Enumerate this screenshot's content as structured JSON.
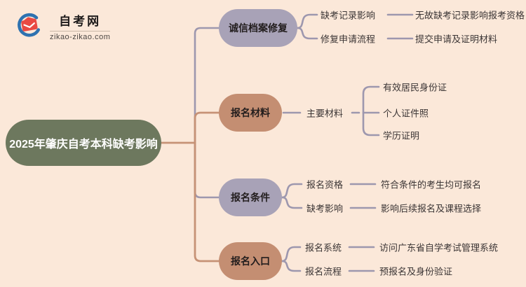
{
  "logo": {
    "site_name": "自考网",
    "site_url": "zikao-zikao.com"
  },
  "root": {
    "title": "2025年肇庆自考本科缺考影响"
  },
  "colors": {
    "background": "#fbe8d9",
    "root_fill": "#6d785e",
    "root_text": "#ffffff",
    "branch_purple": "#a8a2b7",
    "branch_salmon": "#c48e72",
    "line_purple": "#9d97ae",
    "line_salmon": "#c69276",
    "text_dark": "#3b3535",
    "logo_red": "#e94a43",
    "logo_blue": "#2e72b0"
  },
  "branches": [
    {
      "label": "诚信档案修复",
      "color": "#a8a2b7",
      "children": [
        {
          "label": "缺考记录影响",
          "leaf": "无故缺考记录影响报考资格"
        },
        {
          "label": "修复申请流程",
          "leaf": "提交申请及证明材料"
        }
      ]
    },
    {
      "label": "报名材料",
      "color": "#c48e72",
      "children": [
        {
          "label": "主要材料",
          "leaves": [
            "有效居民身份证",
            "个人证件照",
            "学历证明"
          ]
        }
      ]
    },
    {
      "label": "报名条件",
      "color": "#a8a2b7",
      "children": [
        {
          "label": "报名资格",
          "leaf": "符合条件的考生均可报名"
        },
        {
          "label": "缺考影响",
          "leaf": "影响后续报名及课程选择"
        }
      ]
    },
    {
      "label": "报名入口",
      "color": "#c48e72",
      "children": [
        {
          "label": "报名系统",
          "leaf": "访问广东省自学考试管理系统"
        },
        {
          "label": "报名流程",
          "leaf": "预报名及身份验证"
        }
      ]
    }
  ]
}
